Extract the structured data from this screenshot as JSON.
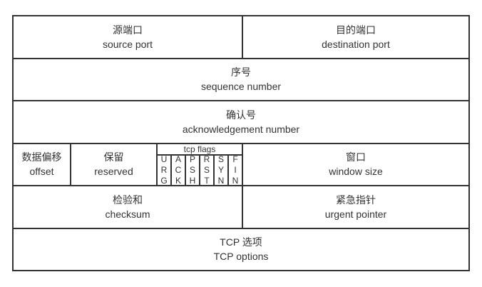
{
  "colors": {
    "border": "#333333",
    "text": "#333333",
    "background": "#ffffff"
  },
  "cells": {
    "source_port": {
      "zh": "源端口",
      "en": "source port"
    },
    "destination_port": {
      "zh": "目的端口",
      "en": "destination port"
    },
    "sequence_number": {
      "zh": "序号",
      "en": "sequence number"
    },
    "acknowledgement_number": {
      "zh": "确认号",
      "en": "acknowledgement number"
    },
    "offset": {
      "zh": "数据偏移",
      "en": "offset"
    },
    "reserved": {
      "zh": "保留",
      "en": "reserved"
    },
    "tcp_flags": {
      "label": "tcp flags",
      "flags": [
        "URG",
        "ACK",
        "PSH",
        "RST",
        "SYN",
        "FIN"
      ]
    },
    "window_size": {
      "zh": "窗口",
      "en": "window size"
    },
    "checksum": {
      "zh": "检验和",
      "en": "checksum"
    },
    "urgent_pointer": {
      "zh": "紧急指针",
      "en": "urgent pointer"
    },
    "tcp_options": {
      "zh": "TCP 选项",
      "en": "TCP options"
    }
  }
}
